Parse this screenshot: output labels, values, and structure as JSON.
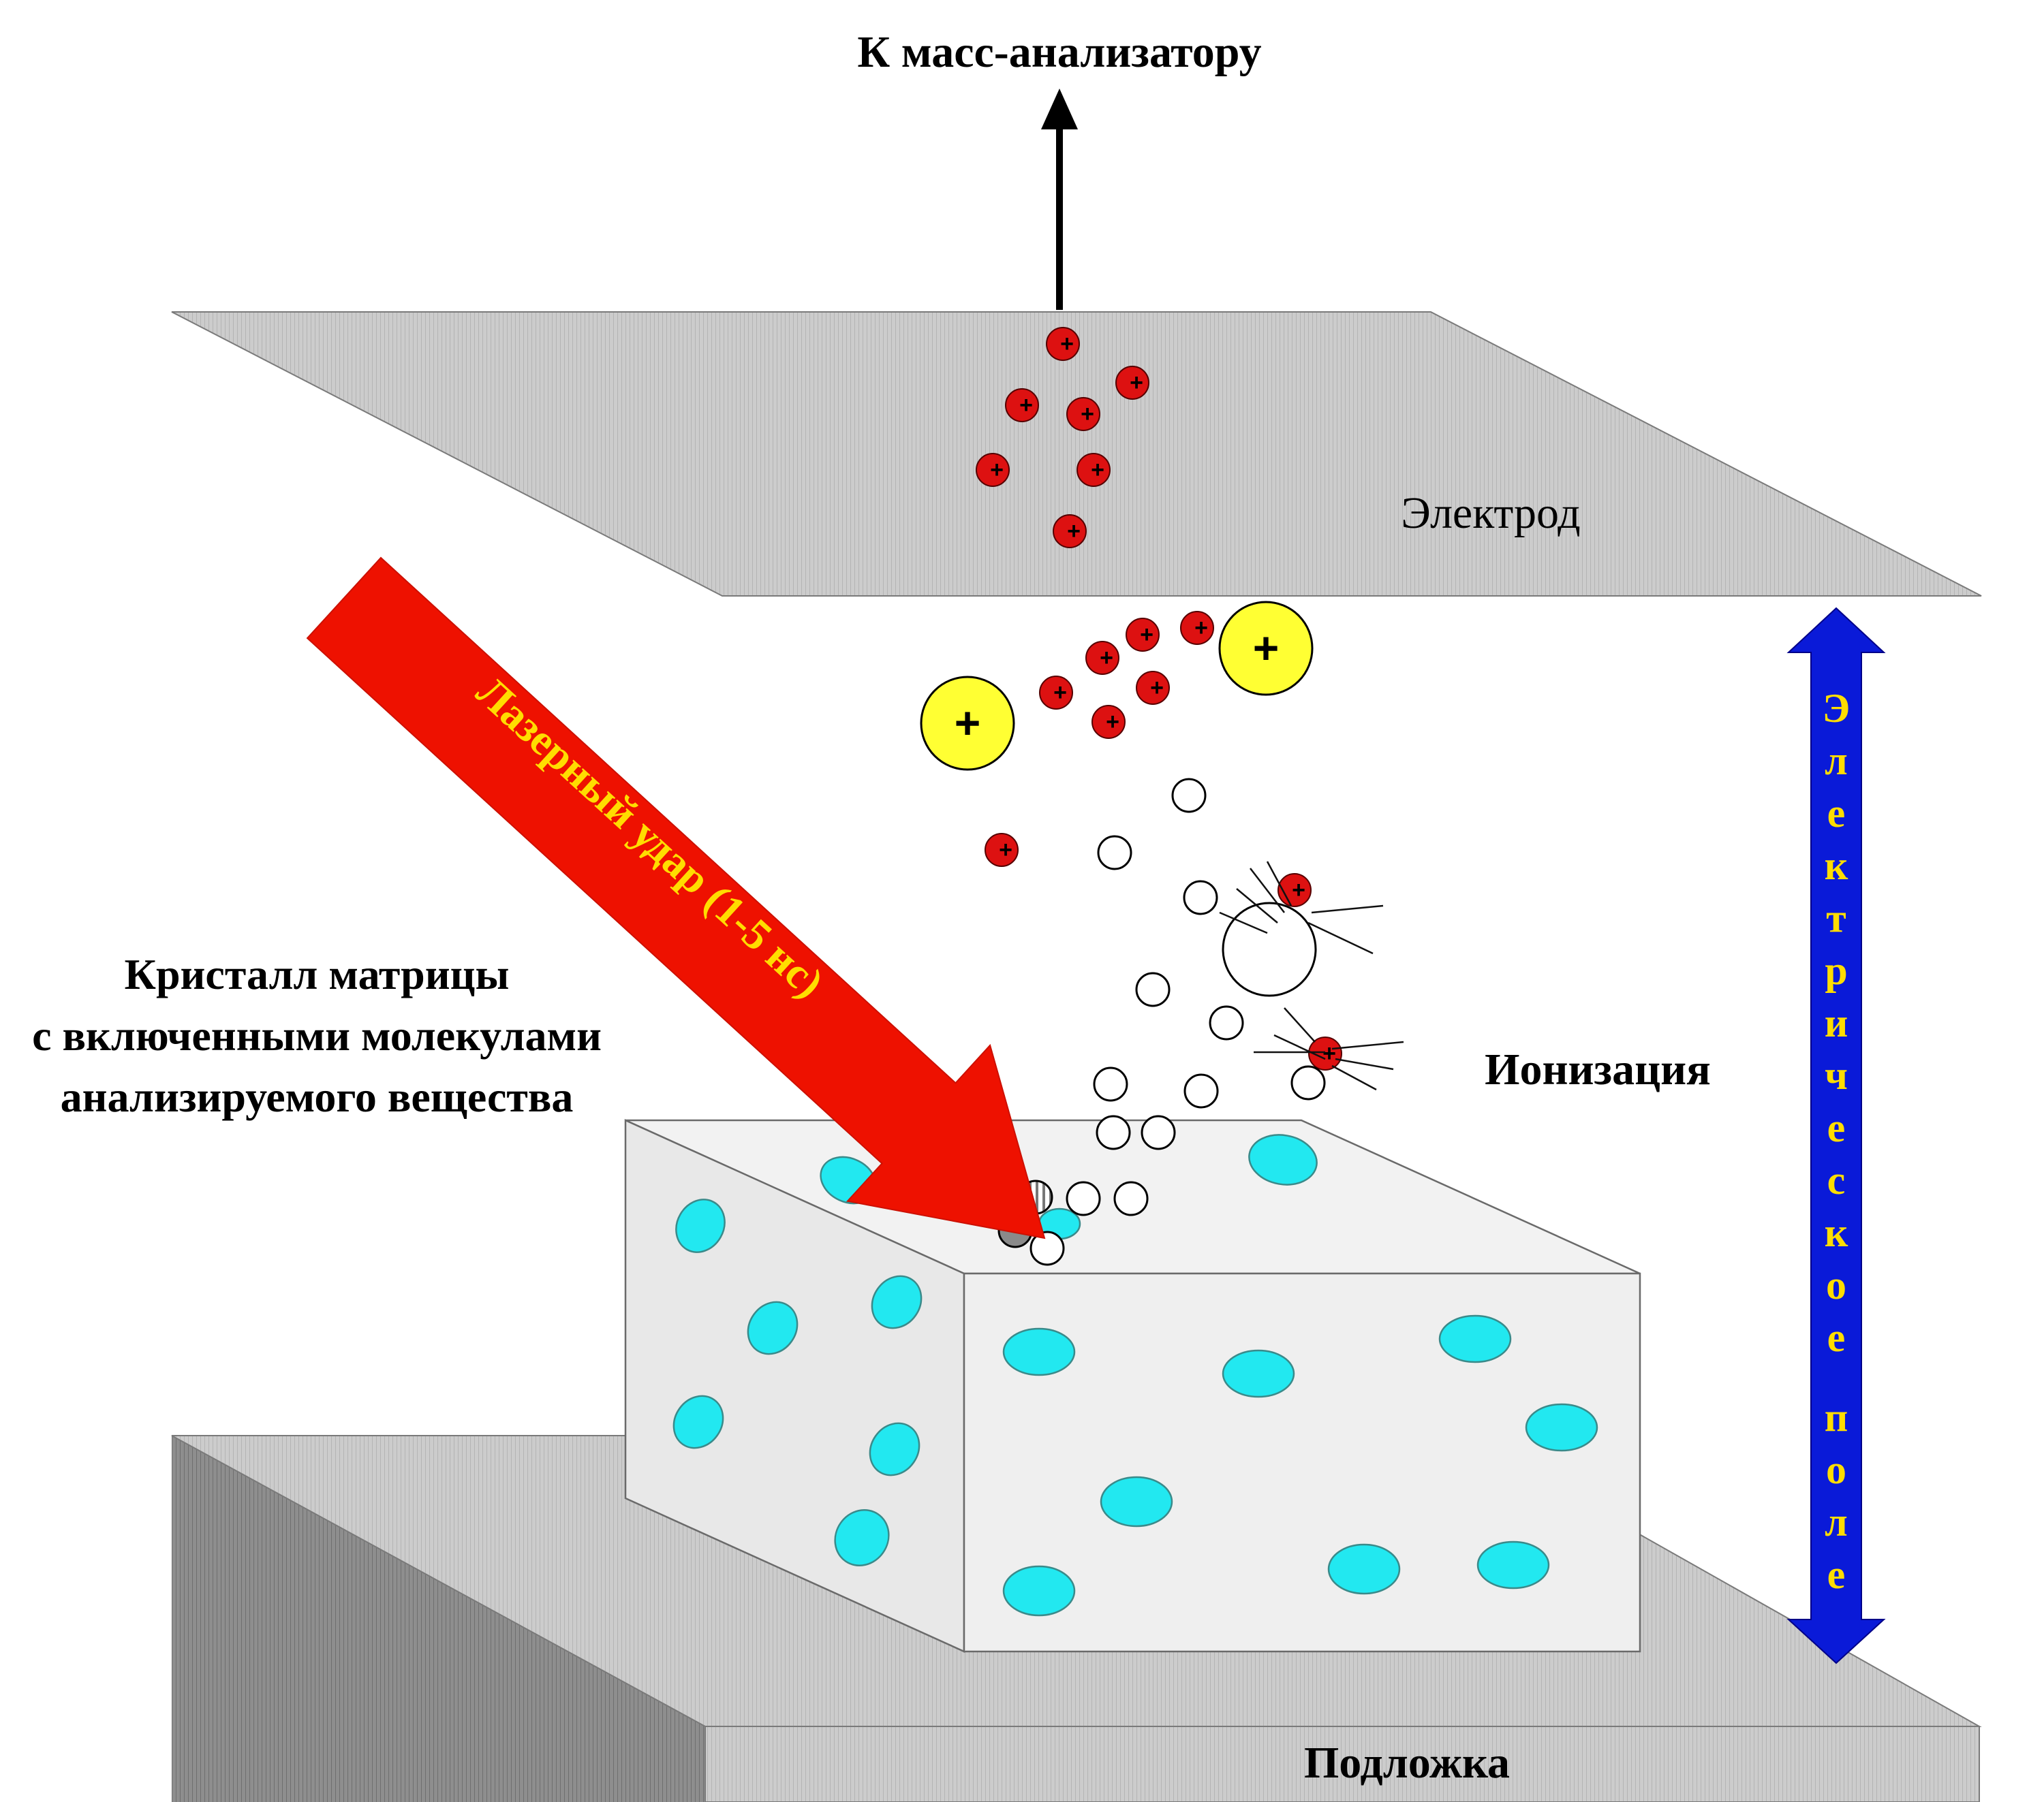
{
  "labels": {
    "to_mass_analyzer": "К масс-анализатору",
    "electrode": "Электрод",
    "crystal_line1": "Кристалл матрицы",
    "crystal_line2": "с включенными молекулами",
    "crystal_line3": "анализируемого вещества",
    "laser": "Лазерный удар  (1-5 нс)",
    "ionization": "Ионизация",
    "substrate": "Подложка",
    "field_line1": "Электрическое",
    "field_line2": "поле"
  },
  "ion_symbol": "+",
  "colors": {
    "electrode_plate": "#c8c8c8",
    "substrate_top": "#c4c4c4",
    "substrate_side": "#b0b0b0",
    "crystal_face": "#eeeeee",
    "inclusion": "#22e8f0",
    "ion_small": "#dd1111",
    "ion_large": "#ffff33",
    "laser_arrow": "#ee1100",
    "laser_text": "#ffdd00",
    "field_arrow": "#0010d0",
    "field_text": "#ffdd00"
  }
}
